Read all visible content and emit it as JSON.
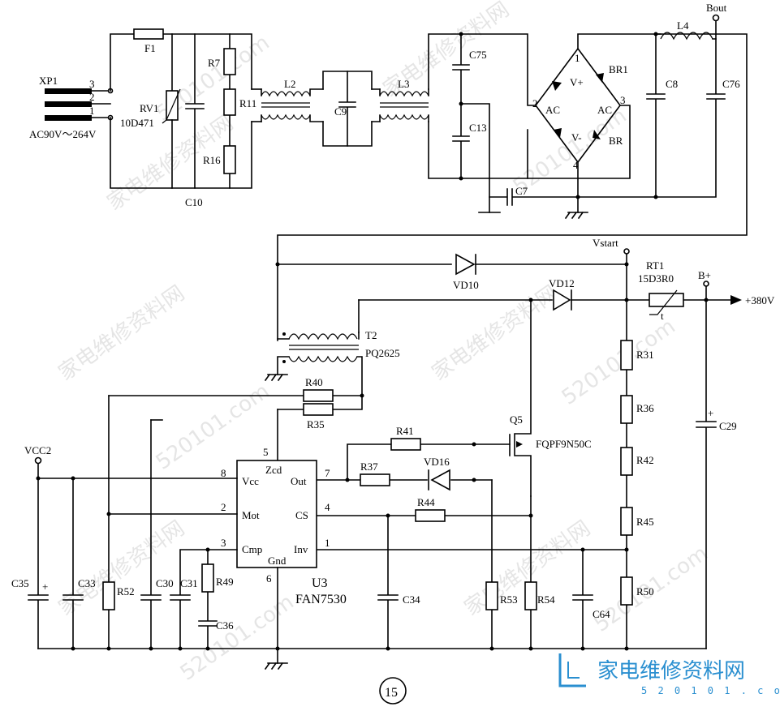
{
  "labels": {
    "XP1": "XP1",
    "pin3": "3",
    "pin2": "2",
    "pin1": "1",
    "ac_range": "AC90V～264V",
    "F1": "F1",
    "RV1": "RV1",
    "RV1_part": "10D471",
    "R7": "R7",
    "R11": "R11",
    "R16": "R16",
    "C10": "C10",
    "L2": "L2",
    "C9": "C9",
    "L3": "L3",
    "C75": "C75",
    "C13": "C13",
    "C7": "C7",
    "BR1": "BR1",
    "BR": "BR",
    "br1": "1",
    "br2": "2",
    "br3": "3",
    "br4": "4",
    "vplus": "V+",
    "vminus": "V-",
    "ac_left": "AC",
    "ac_right": "AC",
    "L4": "L4",
    "Bout": "Bout",
    "C8": "C8",
    "C76": "C76",
    "Vstart": "Vstart",
    "VD10": "VD10",
    "VD12": "VD12",
    "RT1": "RT1",
    "RT1_part": "15D3R0",
    "Bplus": "B+",
    "out380": "+380V",
    "T2": "T2",
    "T2_part": "PQ2625",
    "R40": "R40",
    "R35": "R35",
    "R31": "R31",
    "R36": "R36",
    "R42": "R42",
    "R45": "R45",
    "R50": "R50",
    "C29": "C29",
    "Q5": "Q5",
    "Q5_part": "FQPF9N50C",
    "R41": "R41",
    "R37": "R37",
    "VD16": "VD16",
    "R44": "R44",
    "VCC2": "VCC2",
    "ic_zcd": "Zcd",
    "ic_vcc": "Vcc",
    "ic_out": "Out",
    "ic_mot": "Mot",
    "ic_cs": "CS",
    "ic_cmp": "Cmp",
    "ic_inv": "Inv",
    "ic_gnd": "Gnd",
    "ic_p5": "5",
    "ic_p8": "8",
    "ic_p7": "7",
    "ic_p2": "2",
    "ic_p4": "4",
    "ic_p3": "3",
    "ic_p1": "1",
    "ic_p6": "6",
    "U3": "U3",
    "U3_part": "FAN7530",
    "C35": "C35",
    "C33": "C33",
    "R52": "R52",
    "C30": "C30",
    "C31": "C31",
    "R49": "R49",
    "C36": "C36",
    "C34": "C34",
    "R53": "R53",
    "R54": "R54",
    "C64": "C64",
    "page_no": "15"
  },
  "watermark": {
    "text_cn": "家电维修资料网",
    "url": "520101.com",
    "logo_cn": "家电维修资料网",
    "logo_url": "5 2 0 1 0 1 . c o m"
  },
  "colors": {
    "ink": "#000000",
    "watermark_gray": "#cccccc",
    "logo_blue": "#2a8fd0"
  }
}
